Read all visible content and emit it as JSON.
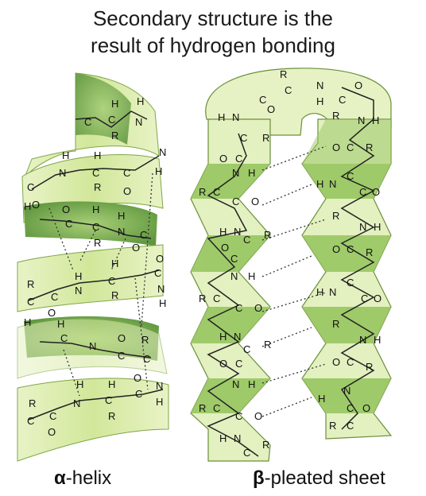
{
  "title": {
    "line1": "Secondary structure is the",
    "line2": "result of hydrogen bonding"
  },
  "labels": {
    "alpha_symbol": "α",
    "alpha_text": "-helix",
    "beta_symbol": "β",
    "beta_text": "-pleated sheet"
  },
  "atoms": {
    "h": "H",
    "c": "C",
    "n": "N",
    "o": "O",
    "r": "R"
  },
  "colors": {
    "ribbon_light": "#dcebb0",
    "ribbon_mid": "#c2de82",
    "ribbon_dark": "#8fbf55",
    "ribbon_inner": "#6fa44a",
    "outline": "#6b8f3a",
    "bond": "#1f4f7a",
    "text": "#111111"
  }
}
